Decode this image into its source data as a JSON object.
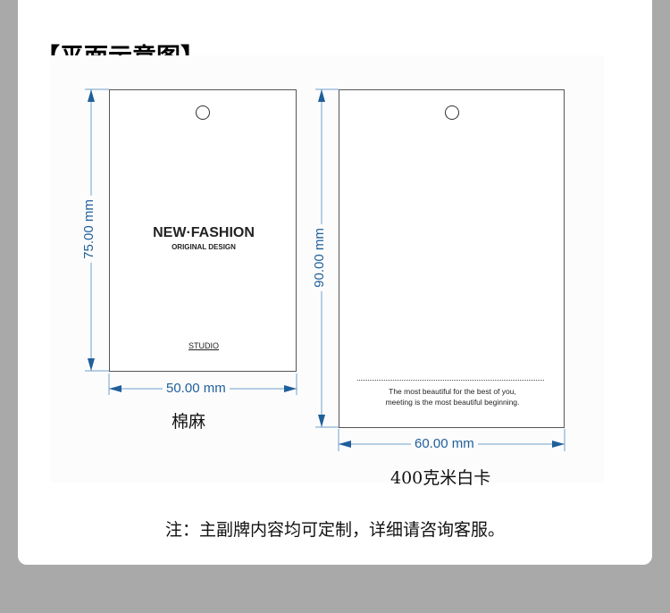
{
  "title": "【平面示意图】",
  "left_tag": {
    "brand": "NEW·FASHION",
    "subtitle": "ORIGINAL DESIGN",
    "studio": "STUDIO",
    "height": "75.00 mm",
    "width": "50.00 mm",
    "material": "棉麻"
  },
  "right_tag": {
    "line1": "The most beautiful for the best of you,",
    "line2": "meeting is the most beautiful beginning.",
    "height": "90.00 mm",
    "width": "60.00 mm",
    "material": "400克米白卡"
  },
  "note": "注：主副牌内容均可定制，详细请咨询客服。",
  "colors": {
    "dimension": "#1f5f9a",
    "background": "#a9a9a9"
  }
}
